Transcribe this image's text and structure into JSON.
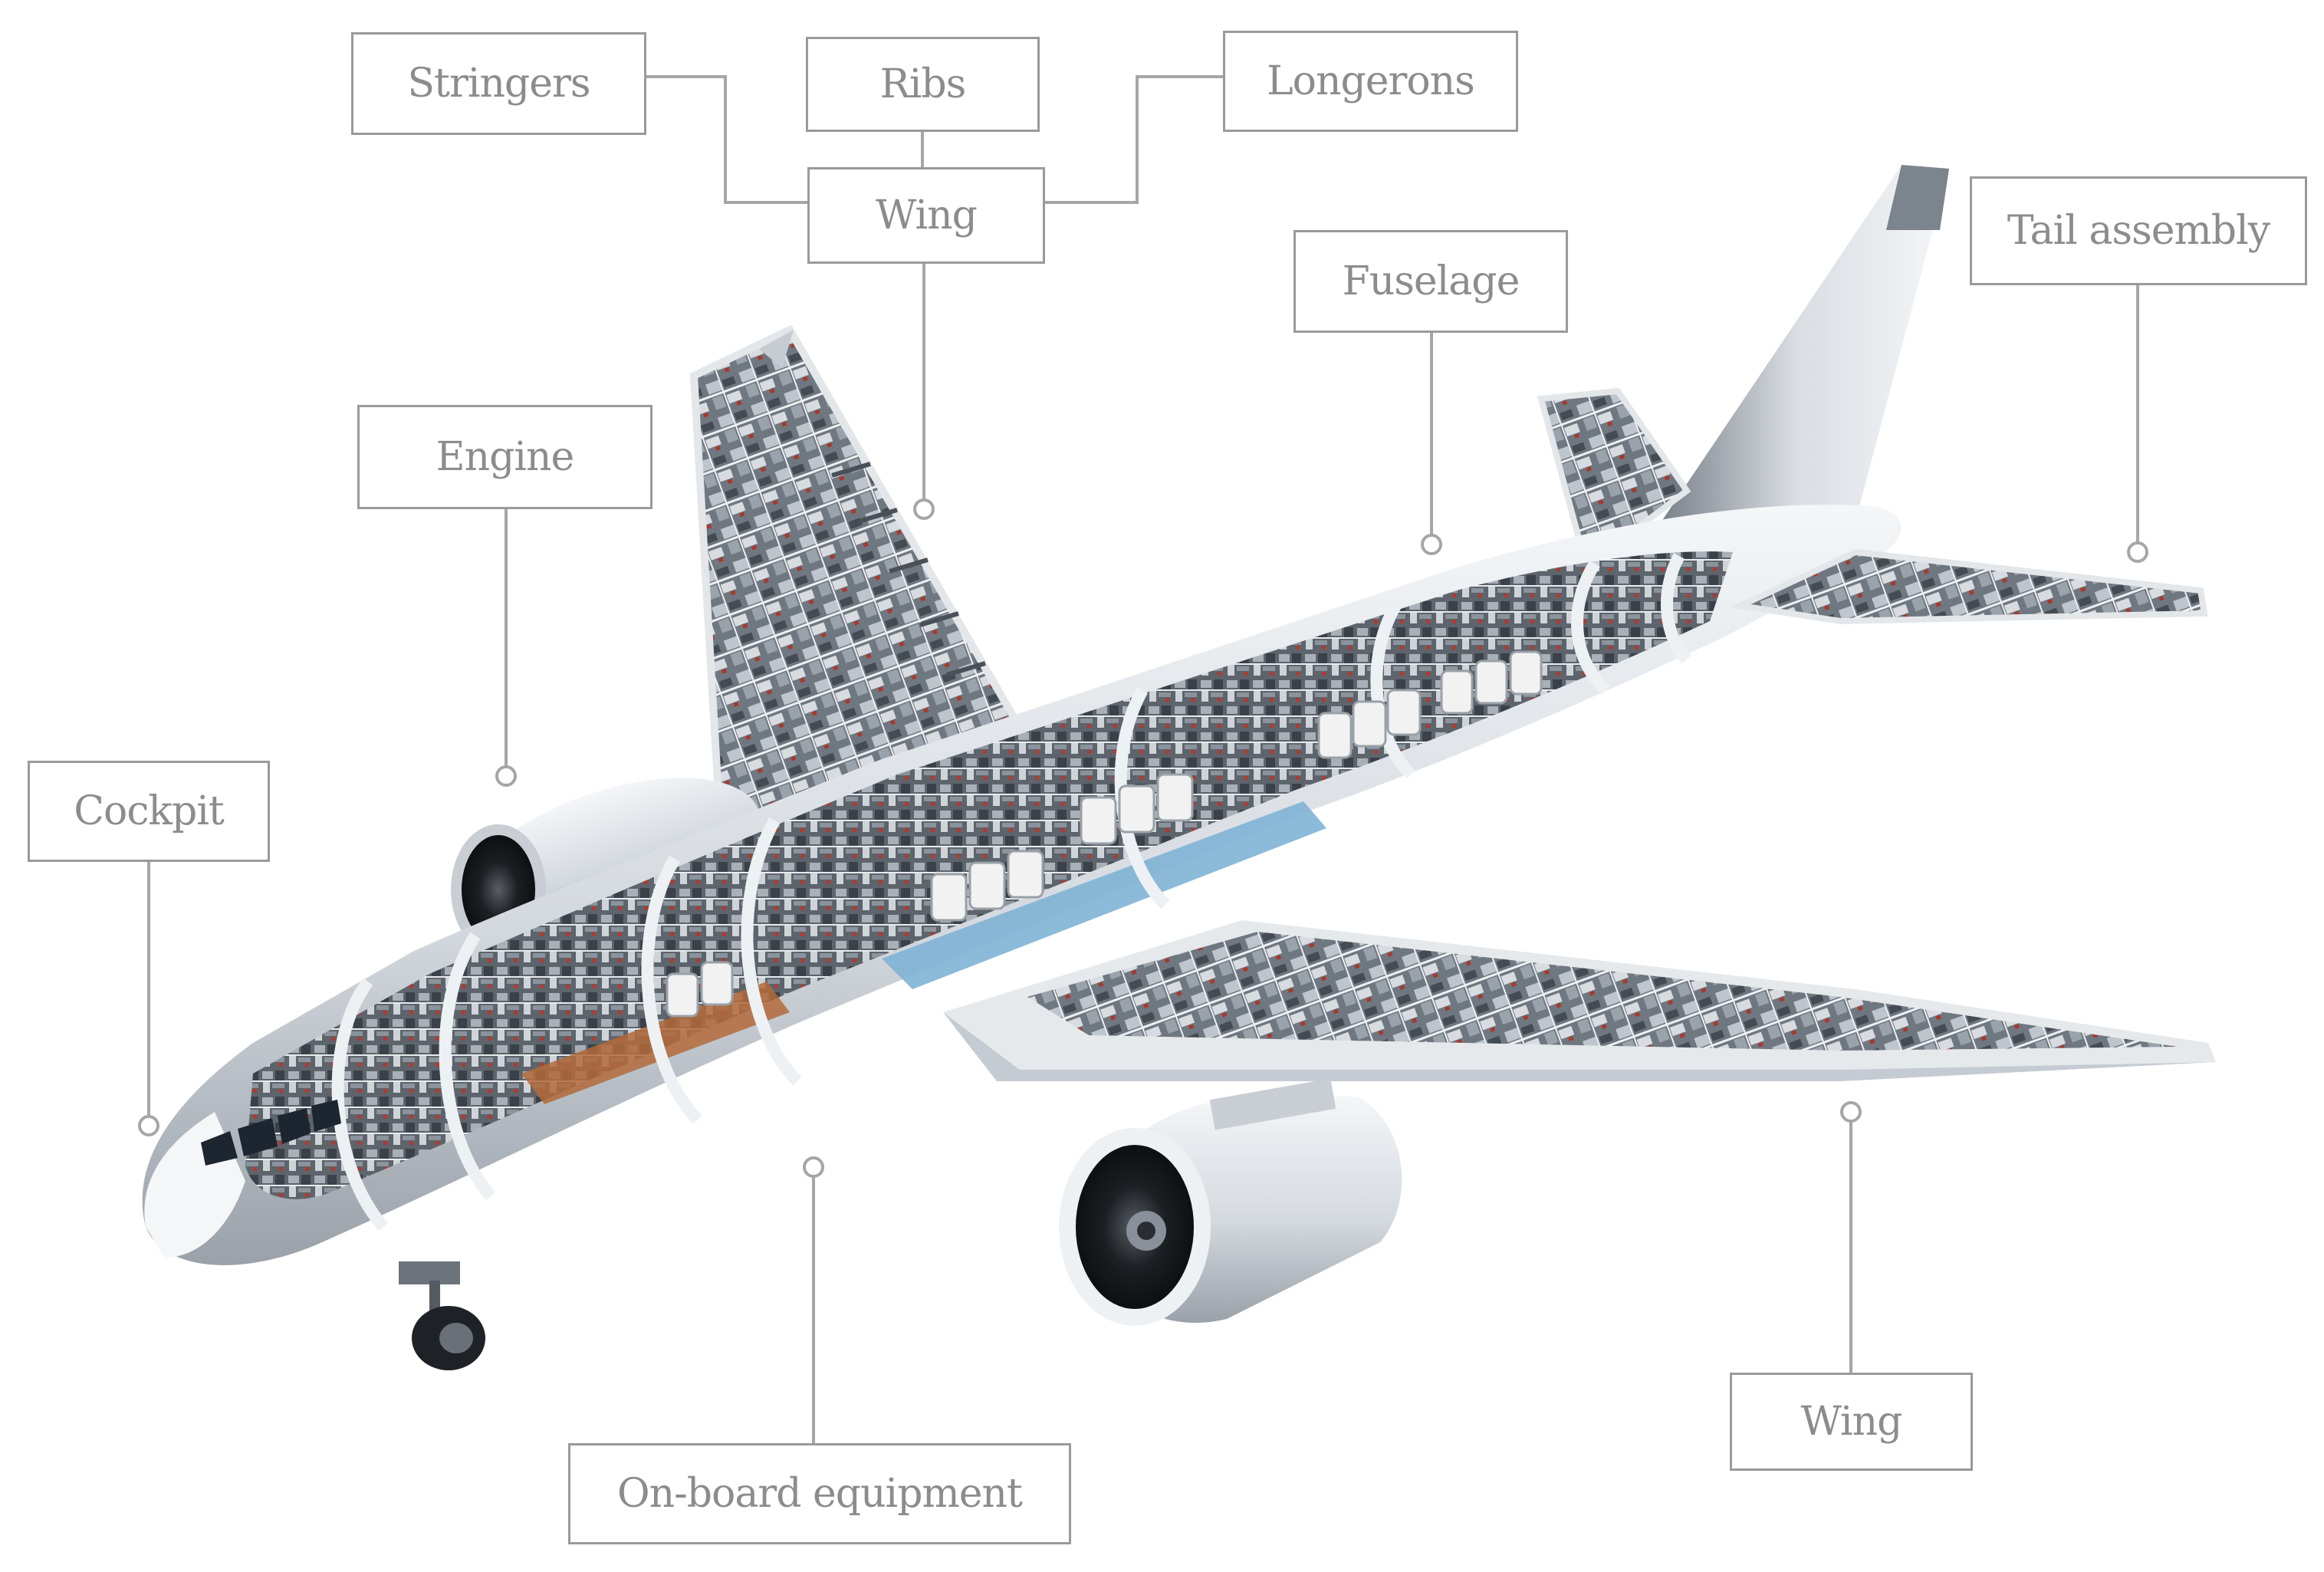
{
  "labels": {
    "stringers": "Stringers",
    "ribs": "Ribs",
    "longerons": "Longerons",
    "wing_top": "Wing",
    "tail_assembly": "Tail assembly",
    "fuselage": "Fuselage",
    "engine": "Engine",
    "cockpit": "Cockpit",
    "onboard_equipment": "On-board equipment",
    "wing_bottom": "Wing"
  },
  "colors": {
    "label_border": "#9a9a9a",
    "label_text": "#8c8c8c",
    "leader_line": "#a6a6a6",
    "airframe": "#dfe3e8",
    "cabin_floor": "#7fb3d5",
    "seat": "#f2f2f2"
  }
}
